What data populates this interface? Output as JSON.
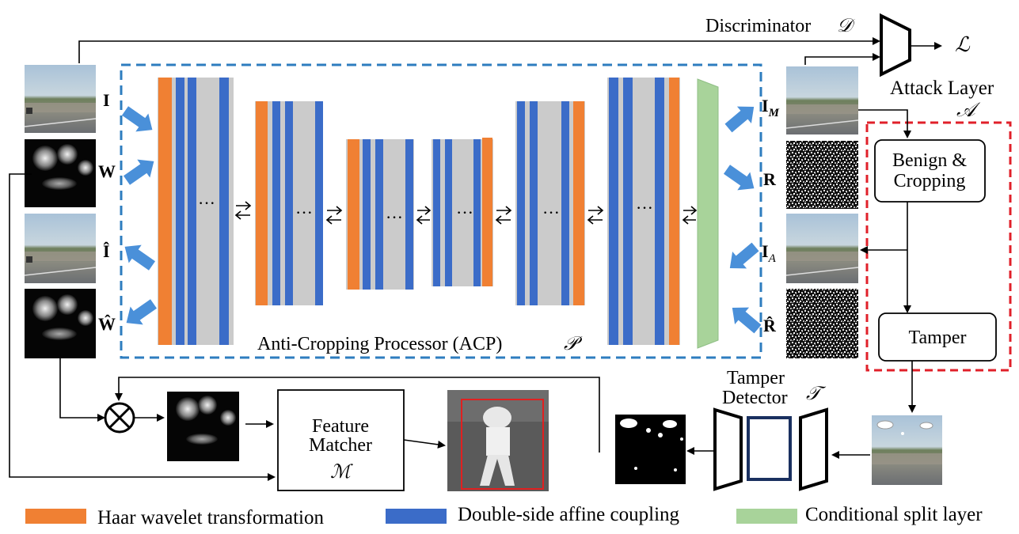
{
  "inputs": {
    "I": "I",
    "W": "W",
    "I_hat": "Î",
    "W_hat": "Ŵ"
  },
  "outputs": {
    "IM_base": "I",
    "IM_sub": "M",
    "R": "R",
    "IA_base": "I",
    "IA_sub": "A",
    "R_hat": "R̂"
  },
  "discriminator": {
    "label": "Discriminator",
    "symbol": "𝒟",
    "loss": "ℒ"
  },
  "attack_layer": {
    "label": "Attack Layer",
    "symbol": "𝒜"
  },
  "benign": {
    "line1": "Benign &",
    "line2": "Cropping"
  },
  "tamper": {
    "label": "Tamper"
  },
  "tamper_detector": {
    "line1": "Tamper",
    "line2": "Detector",
    "symbol": "𝒯"
  },
  "feature_matcher": {
    "line1": "Feature",
    "line2": "Matcher",
    "symbol": "ℳ"
  },
  "acp": {
    "label": "Anti-Cropping Processor (ACP)",
    "symbol": "𝒫",
    "dots": "···"
  },
  "legend": {
    "haar": "Haar wavelet transformation",
    "affine": "Double-side affine coupling",
    "split": "Conditional split layer"
  },
  "colors": {
    "haar": "#f08033",
    "affine": "#3b6cc8",
    "block": "#cbcbcb",
    "split": "#a8d39a",
    "acp_border": "#2e7dbf",
    "attack_border": "#e0202a",
    "arrow_blue": "#4a90d9",
    "detector": "#1a3060"
  }
}
